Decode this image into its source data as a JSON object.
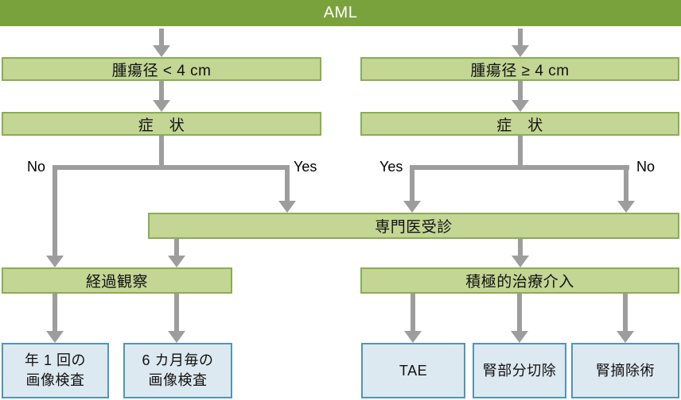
{
  "diagram": {
    "nodes": {
      "aml": "AML",
      "tumor_lt_4cm": "腫瘍径 < 4 cm",
      "tumor_ge_4cm": "腫瘍径 ≥ 4 cm",
      "symptoms_left": "症　状",
      "symptoms_right": "症　状",
      "specialist_visit": "専門医受診",
      "observation": "経過観察",
      "active_treatment": "積極的治療介入",
      "annual_imaging": {
        "line1": "年 1 回の",
        "line2": "画像検査"
      },
      "six_month_imaging": {
        "line1": "6 カ月毎の",
        "line2": "画像検査"
      },
      "tae": "TAE",
      "partial_nephrectomy": "腎部分切除",
      "nephrectomy": "腎摘除術"
    },
    "edge_labels": {
      "left_no": "No",
      "left_yes": "Yes",
      "right_yes": "Yes",
      "right_no": "No"
    },
    "colors": {
      "header_green": "#7aa23c",
      "green_fill": "#c3d694",
      "green_border": "#8bac52",
      "blue_fill": "#dde9f0",
      "blue_border": "#4e96b5",
      "arrow_gray": "#9d9d9d"
    }
  }
}
